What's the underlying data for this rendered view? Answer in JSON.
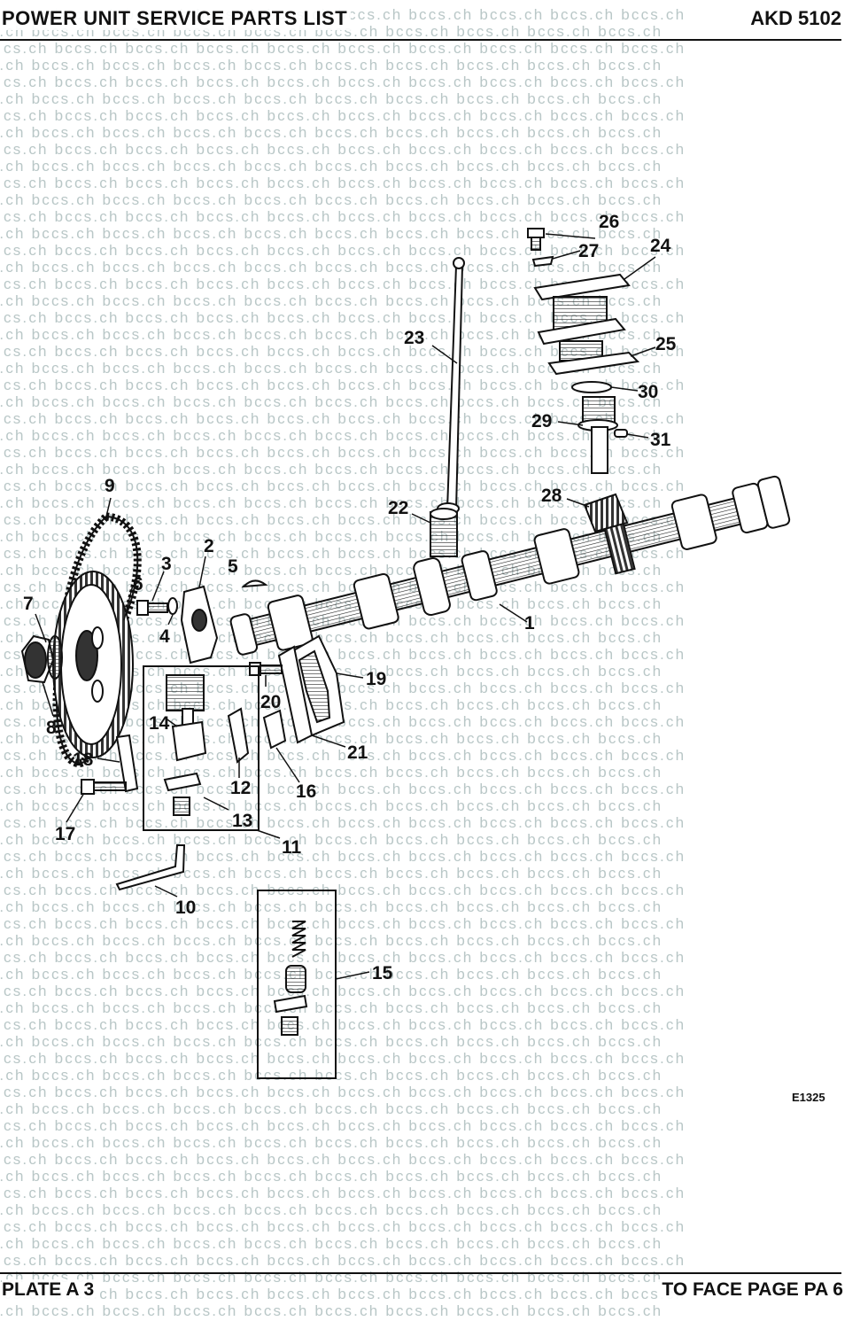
{
  "header": {
    "title": "POWER UNIT SERVICE PARTS LIST",
    "code": "AKD 5102"
  },
  "footer": {
    "plate": "PLATE A 3",
    "page_ref": "TO FACE PAGE PA 6"
  },
  "watermark": {
    "text": "cs.ch bccs.ch bccs.ch bccs.ch bccs.ch bccs.ch bccs.ch bccs.ch bccs.ch bccs.ch"
  },
  "figure_code": "E1325",
  "labels": {
    "p1": "1",
    "p2": "2",
    "p3": "3",
    "p4": "4",
    "p5": "5",
    "p6": "6",
    "p7": "7",
    "p8": "8",
    "p9": "9",
    "p10": "10",
    "p11": "11",
    "p12": "12",
    "p13": "13",
    "p14": "14",
    "p15": "15",
    "p16": "16",
    "p17": "17",
    "p18": "18",
    "p19": "19",
    "p20": "20",
    "p21": "21",
    "p22": "22",
    "p23": "23",
    "p24": "24",
    "p25": "25",
    "p26": "26",
    "p27": "27",
    "p28": "28",
    "p29": "29",
    "p30": "30",
    "p31": "31"
  }
}
